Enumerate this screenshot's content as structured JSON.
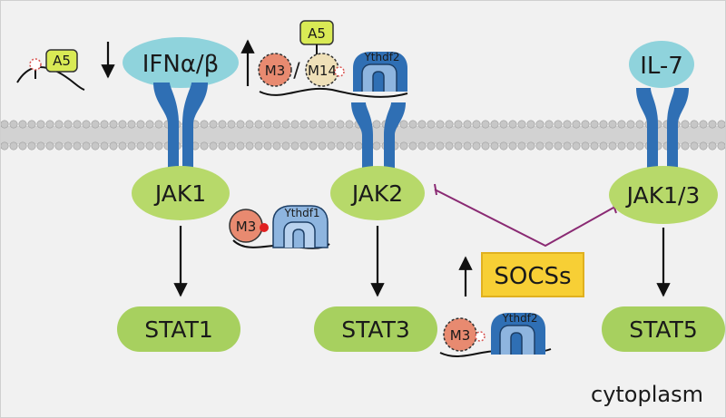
{
  "colors": {
    "background": "#f1f1f1",
    "membrane_head": "#c7c7c7",
    "receptor_blue": "#2f6fb4",
    "jak_green": "#b7d96a",
    "stat_green": "#a7d05f",
    "cytokine_cyan": "#8fd3dc",
    "socs_yellow": "#f7cf35",
    "inhibition_purple": "#8a2a73",
    "a5_yellow": "#d9ea55",
    "m3_salmon": "#e88a70",
    "ythdf_blue": "#8eb5df"
  },
  "cytokines": {
    "ifn": "IFNα/β",
    "il7": "IL-7"
  },
  "jaks": {
    "jak1": "JAK1",
    "jak2": "JAK2",
    "jak13": "JAK1/3"
  },
  "stats": {
    "stat1": "STAT1",
    "stat3": "STAT3",
    "stat5": "STAT5"
  },
  "modifiers": {
    "a5": "A5",
    "m3": "M3",
    "m14": "M14",
    "slash": "/"
  },
  "readers": {
    "ythdf1": "Ythdf1",
    "ythdf2": "Ythdf2"
  },
  "socs": "SOCSs",
  "compartment": "cytoplasm",
  "icons": [
    "down-arrow-icon",
    "up-arrow-icon",
    "inhibition-arrow-icon",
    "receptor-icon",
    "mrna-strand-icon"
  ]
}
